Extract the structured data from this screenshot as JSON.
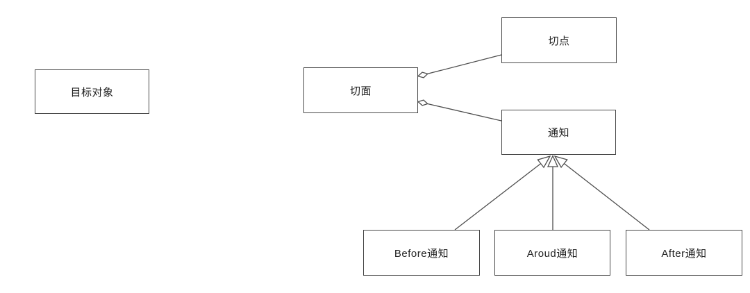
{
  "diagram": {
    "kind": "uml-class-diagram",
    "topic": "AOP structure",
    "background_color": "#ffffff",
    "line_color": "#4d4d4d",
    "box_border_color": "#474747",
    "text_color": "#222222",
    "nodes": {
      "target_object": {
        "label": "目标对象"
      },
      "aspect": {
        "label": "切面"
      },
      "pointcut": {
        "label": "切点"
      },
      "advice": {
        "label": "通知"
      },
      "before_advice": {
        "label": "Before通知"
      },
      "around_advice": {
        "label": "Aroud通知"
      },
      "after_advice": {
        "label": "After通知"
      }
    },
    "edges": [
      {
        "from": "aspect",
        "to": "pointcut",
        "type": "aggregation",
        "marker": "hollow-diamond-at-aspect"
      },
      {
        "from": "aspect",
        "to": "advice",
        "type": "aggregation",
        "marker": "hollow-diamond-at-aspect"
      },
      {
        "from": "before_advice",
        "to": "advice",
        "type": "generalization",
        "marker": "hollow-triangle-at-advice"
      },
      {
        "from": "around_advice",
        "to": "advice",
        "type": "generalization",
        "marker": "hollow-triangle-at-advice"
      },
      {
        "from": "after_advice",
        "to": "advice",
        "type": "generalization",
        "marker": "hollow-triangle-at-advice"
      }
    ]
  }
}
